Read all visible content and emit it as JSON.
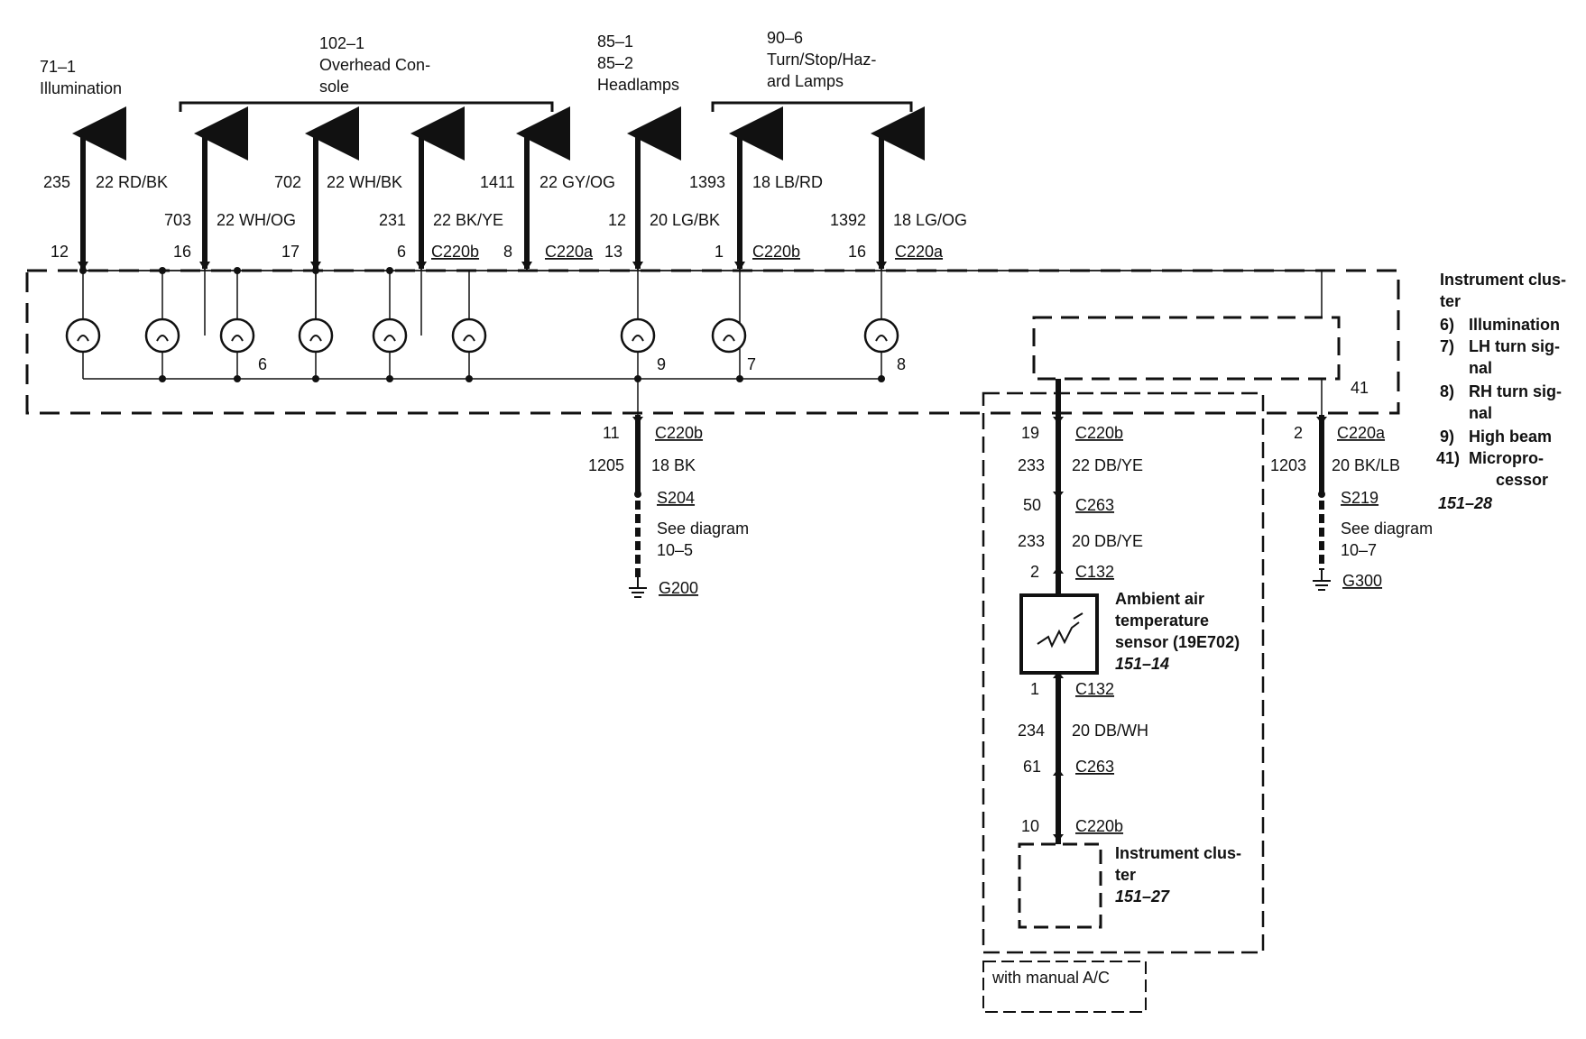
{
  "top_groups": {
    "g71": [
      "71–1",
      "Illumination"
    ],
    "g102": [
      "102–1",
      "Overhead Con-",
      "sole"
    ],
    "g85": [
      "85–1",
      "85–2",
      "Headlamps"
    ],
    "g90": [
      "90–6",
      "Turn/Stop/Haz-",
      "ard Lamps"
    ]
  },
  "wires_top": [
    {
      "circuit": "235",
      "spec": "22 RD/BK",
      "pin": "12",
      "connector": ""
    },
    {
      "circuit": "703",
      "spec": "22 WH/OG",
      "pin": "16",
      "connector": ""
    },
    {
      "circuit": "702",
      "spec": "22 WH/BK",
      "pin": "17",
      "connector": ""
    },
    {
      "circuit": "231",
      "spec": "22 BK/YE",
      "pin": "6",
      "connector": "C220b"
    },
    {
      "circuit": "1411",
      "spec": "22 GY/OG",
      "pin": "8",
      "connector": "C220a"
    },
    {
      "circuit": "12",
      "spec": "20 LG/BK",
      "pin": "13",
      "connector": ""
    },
    {
      "circuit": "1393",
      "spec": "18 LB/RD",
      "pin": "1",
      "connector": "C220b"
    },
    {
      "circuit": "1392",
      "spec": "18 LG/OG",
      "pin": "16",
      "connector": "C220a"
    }
  ],
  "lamp_numbers": [
    "6",
    "9",
    "7",
    "8"
  ],
  "cluster_legend": {
    "title": [
      "Instrument clus-",
      "ter"
    ],
    "items": [
      {
        "num": "6)",
        "lines": [
          "Illumination"
        ]
      },
      {
        "num": "7)",
        "lines": [
          "LH turn sig-",
          "nal"
        ]
      },
      {
        "num": "8)",
        "lines": [
          "RH turn sig-",
          "nal"
        ]
      },
      {
        "num": "9)",
        "lines": [
          "High beam"
        ]
      },
      {
        "num": "41)",
        "lines": [
          "Micropro-",
          "cessor"
        ]
      }
    ],
    "ref": "151–28",
    "micro_pin": "41"
  },
  "ground_left": {
    "pin": "11",
    "connector": "C220b",
    "circuit": "1205",
    "spec": "18 BK",
    "splice": "S204",
    "see": "See diagram",
    "see_ref": "10–5",
    "ground": "G200"
  },
  "ground_right": {
    "pin": "2",
    "connector": "C220a",
    "circuit": "1203",
    "spec": "20 BK/LB",
    "splice": "S219",
    "see": "See diagram",
    "see_ref": "10–7",
    "ground": "G300"
  },
  "sensor_circuit": {
    "c1_pin": "19",
    "c1": "C220b",
    "w1_circuit": "233",
    "w1_spec": "22 DB/YE",
    "c2_pin": "50",
    "c2": "C263",
    "w2_circuit": "233",
    "w2_spec": "20 DB/YE",
    "c3_pin": "2",
    "c3": "C132",
    "sensor": [
      "Ambient air",
      "temperature",
      "sensor (19E702)"
    ],
    "sensor_ref": "151–14",
    "c4_pin": "1",
    "c4": "C132",
    "w3_circuit": "234",
    "w3_spec": "20 DB/WH",
    "c5_pin": "61",
    "c5": "C263",
    "c6_pin": "10",
    "c6": "C220b",
    "cluster": [
      "Instrument clus-",
      "ter"
    ],
    "cluster_ref": "151–27",
    "option": "with manual A/C"
  }
}
